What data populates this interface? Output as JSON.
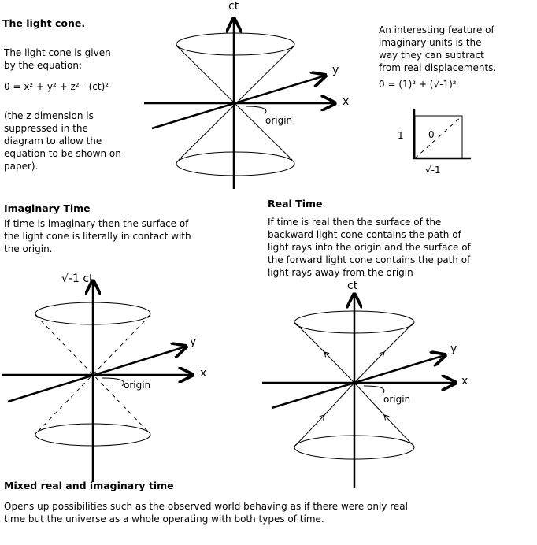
{
  "light_cone": {
    "title": "The light cone.",
    "intro": "The light cone is given\nby the equation:",
    "equation": "0 = x² + y² + z² - (ct)²",
    "note": "(the z dimension is\nsuppressed in the\ndiagram to allow the\nequation to be shown on\npaper).",
    "axis_ct": "ct",
    "axis_x": "x",
    "axis_y": "y",
    "origin": "origin"
  },
  "imaginary_units": {
    "text": "An interesting feature of\nimaginary units is the\nway they can subtract\nfrom real displacements.",
    "equation": "0 = (1)² + (√-1)²",
    "side_label": "1",
    "center_label": "0",
    "bottom_label": "√-1"
  },
  "imaginary_time": {
    "title": "Imaginary Time",
    "text": "If time is imaginary then the surface of\nthe light cone is literally in contact with\nthe origin.",
    "axis_ct": "√-1 ct",
    "axis_x": "x",
    "axis_y": "y",
    "origin": "origin"
  },
  "real_time": {
    "title": "Real Time",
    "text": "If time is real then the surface of the\nbackward light cone contains the path of\nlight rays into the origin and the surface of\nthe forward light cone contains the path of\nlight rays away from the origin",
    "axis_ct": "ct",
    "axis_x": "x",
    "axis_y": "y",
    "origin": "origin"
  },
  "mixed": {
    "title": "Mixed real and imaginary time",
    "text": "Opens up possibilities such as the observed world behaving as if there were only real\ntime but the universe as a whole operating with both types of time."
  }
}
